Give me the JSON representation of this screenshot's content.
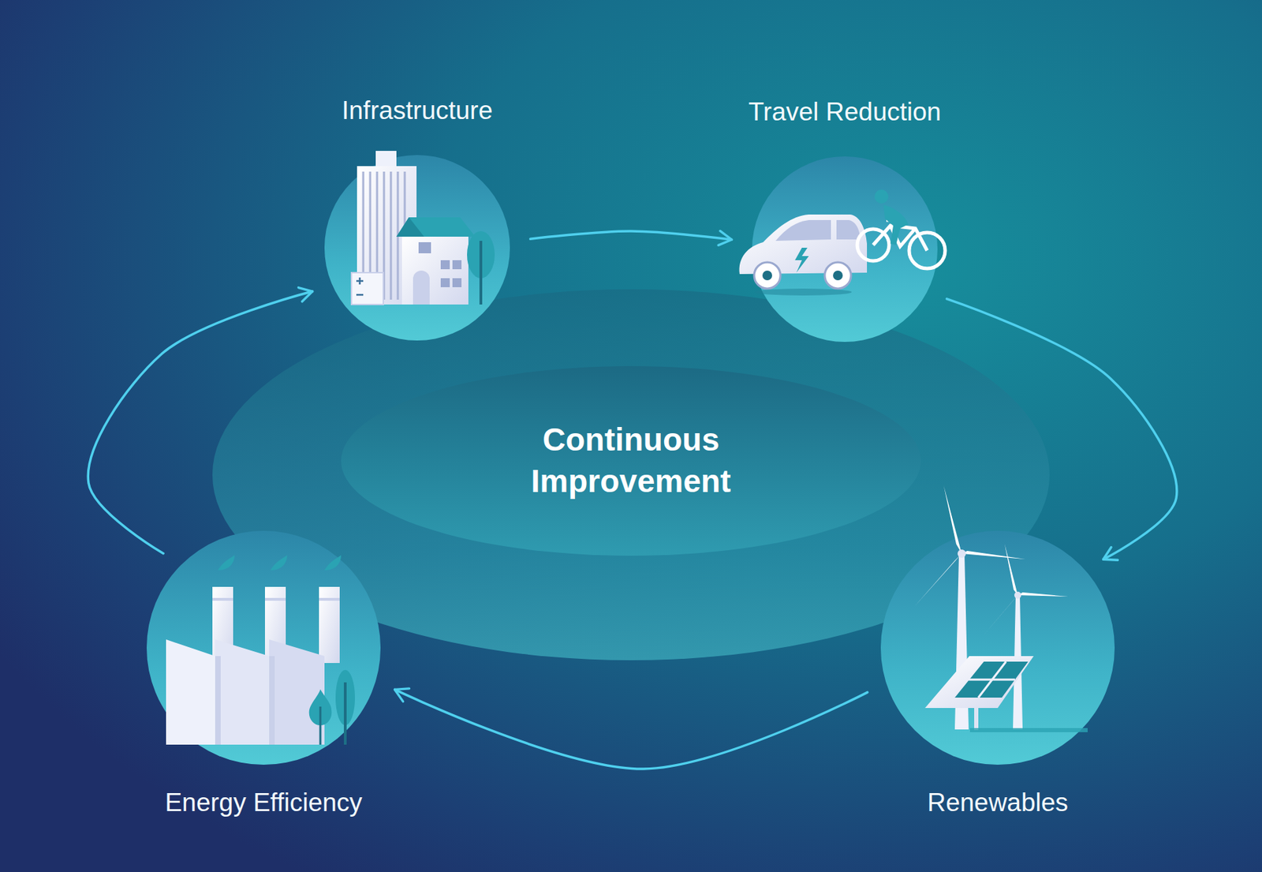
{
  "diagram": {
    "nodes": [
      {
        "text": [
          "Infrastructure"
        ]
      },
      {
        "text": [
          "Travel Reduction"
        ]
      },
      {
        "text": [
          "Continuous Improvement"
        ]
      },
      {
        "text": [
          "Energy Efficiency"
        ]
      },
      {
        "text": [
          "Renewables"
        ]
      }
    ],
    "edges": [
      {
        "from": 0,
        "to": 1,
        "arrow": "to"
      },
      {
        "from": 1,
        "to": 4,
        "arrow": "to"
      },
      {
        "from": 4,
        "to": 3,
        "arrow": "to"
      },
      {
        "from": 3,
        "to": 0,
        "arrow": "to"
      }
    ]
  }
}
